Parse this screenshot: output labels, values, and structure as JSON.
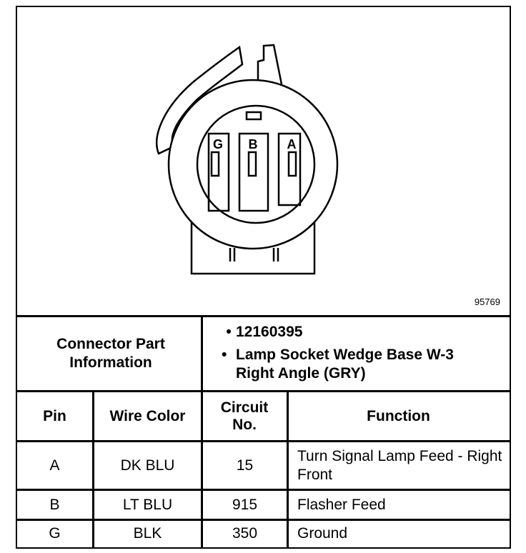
{
  "diagram": {
    "pin_labels": [
      "G",
      "B",
      "A"
    ],
    "figure_number": "95769"
  },
  "connector_info": {
    "label": "Connector Part Information",
    "items": [
      "12160395",
      "Lamp Socket Wedge Base W-3 Right Angle (GRY)"
    ]
  },
  "table": {
    "headers": [
      "Pin",
      "Wire Color",
      "Circuit No.",
      "Function"
    ],
    "rows": [
      {
        "pin": "A",
        "wire_color": "DK BLU",
        "circuit": "15",
        "function": "Turn Signal Lamp Feed - Right Front"
      },
      {
        "pin": "B",
        "wire_color": "LT BLU",
        "circuit": "915",
        "function": "Flasher Feed"
      },
      {
        "pin": "G",
        "wire_color": "BLK",
        "circuit": "350",
        "function": "Ground"
      }
    ]
  }
}
